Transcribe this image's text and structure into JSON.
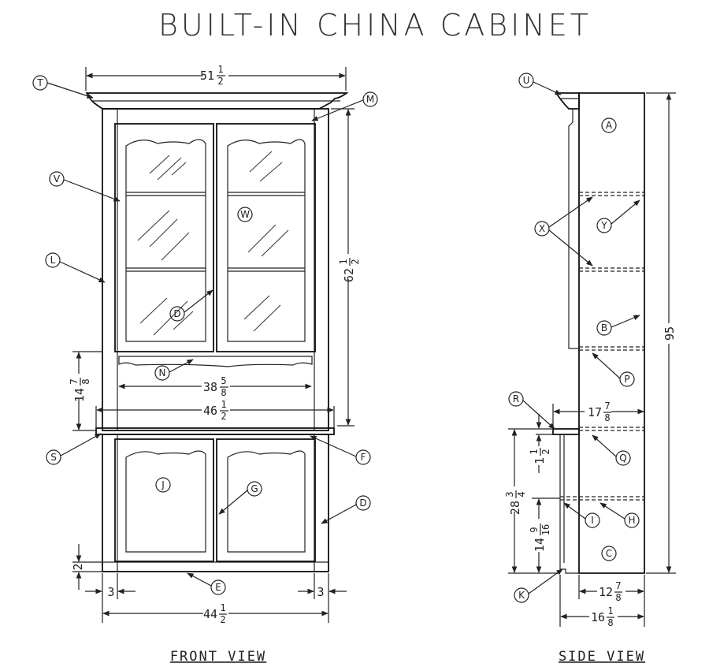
{
  "title": "BUILT-IN CHINA CABINET",
  "views": {
    "front": "FRONT VIEW",
    "side": "SIDE VIEW"
  },
  "front_dimensions": {
    "overall_top_width": {
      "whole": "51",
      "num": "1",
      "den": "2"
    },
    "upper_height": {
      "whole": "62",
      "num": "1",
      "den": "2"
    },
    "inner_width": {
      "whole": "38",
      "num": "5",
      "den": "8"
    },
    "counter_width": {
      "whole": "46",
      "num": "1",
      "den": "2"
    },
    "gap_height": {
      "whole": "14",
      "num": "7",
      "den": "8"
    },
    "base_height": "2",
    "left_stile": "3",
    "right_stile": "3",
    "overall_bottom_width": {
      "whole": "44",
      "num": "1",
      "den": "2"
    }
  },
  "side_dimensions": {
    "overall_height": "95",
    "counter_depth": {
      "whole": "17",
      "num": "7",
      "den": "8"
    },
    "counter_thickness": {
      "whole": "1",
      "num": "1",
      "den": "2"
    },
    "lower_height": {
      "whole": "28",
      "num": "3",
      "den": "4"
    },
    "shelf_height": {
      "whole": "14",
      "num": "9",
      "den": "16"
    },
    "upper_depth": {
      "whole": "12",
      "num": "7",
      "den": "8"
    },
    "lower_depth": {
      "whole": "16",
      "num": "1",
      "den": "8"
    }
  },
  "front_labels": [
    "T",
    "M",
    "V",
    "W",
    "L",
    "D",
    "N",
    "S",
    "F",
    "J",
    "G",
    "D",
    "E"
  ],
  "side_labels": [
    "U",
    "A",
    "X",
    "Y",
    "B",
    "P",
    "R",
    "Q",
    "I",
    "H",
    "C",
    "K"
  ]
}
